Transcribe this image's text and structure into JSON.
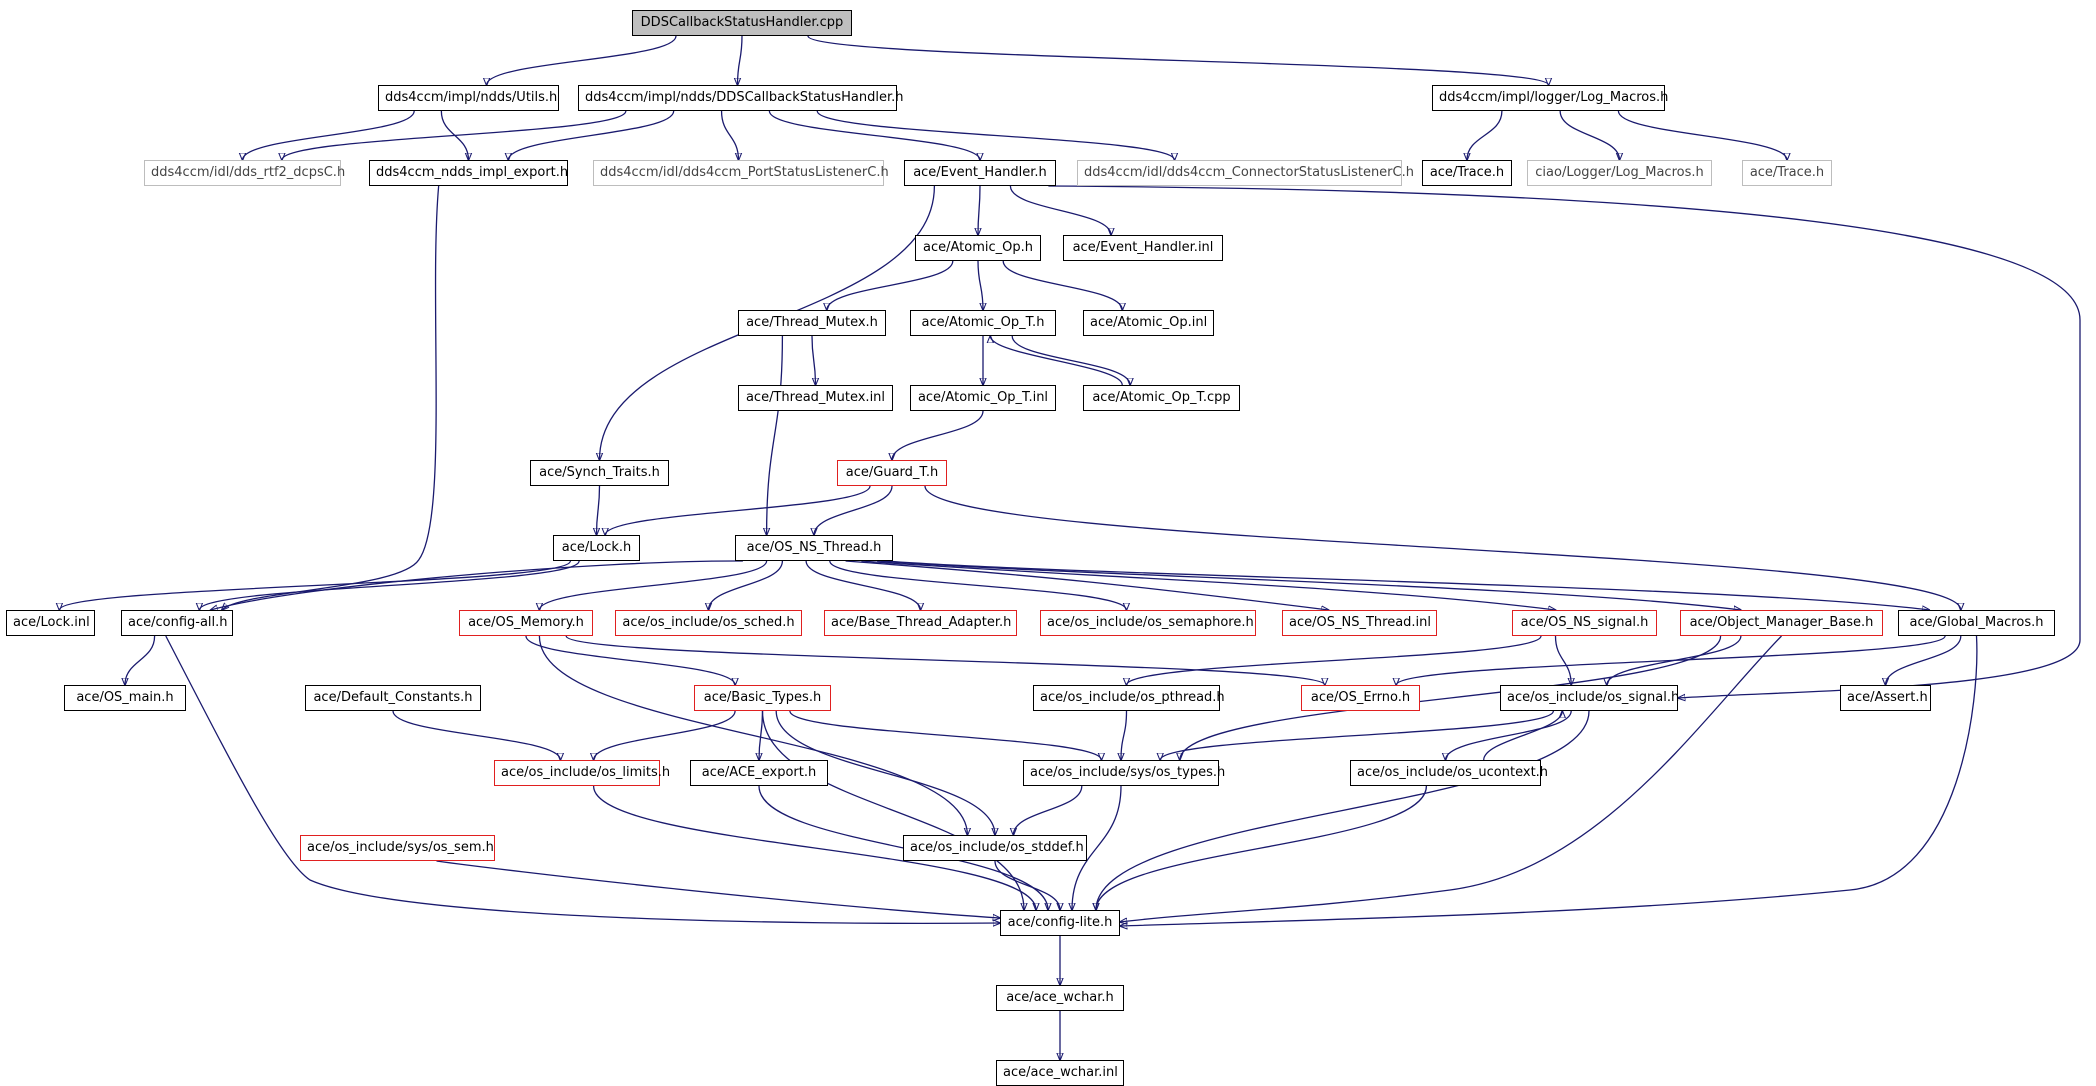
{
  "colors": {
    "edge": "#1a1a6e",
    "normal_border": "#000000",
    "missing_border": "#bdbdbd",
    "truncated_border": "#e02020",
    "root_fill": "#bfbfbf"
  },
  "nodes": {
    "root": "DDSCallbackStatusHandler.cpp",
    "utils": "dds4ccm/impl/ndds/Utils.h",
    "dcsh": "dds4ccm/impl/ndds/DDSCallbackStatusHandler.h",
    "logm": "dds4ccm/impl/logger/Log_Macros.h",
    "rtf2": "dds4ccm/idl/dds_rtf2_dcpsC.h",
    "nddsexp": "dds4ccm_ndds_impl_export.h",
    "portsl": "dds4ccm/idl/dds4ccm_PortStatusListenerC.h",
    "evh": "ace/Event_Handler.h",
    "connsl": "dds4ccm/idl/dds4ccm_ConnectorStatusListenerC.h",
    "trace1": "ace/Trace.h",
    "ciaolog": "ciao/Logger/Log_Macros.h",
    "trace2": "ace/Trace.h",
    "atom": "ace/Atomic_Op.h",
    "evhinl": "ace/Event_Handler.inl",
    "thrmtx": "ace/Thread_Mutex.h",
    "atomt": "ace/Atomic_Op_T.h",
    "atominl": "ace/Atomic_Op.inl",
    "thrmtxinl": "ace/Thread_Mutex.inl",
    "atomtinl": "ace/Atomic_Op_T.inl",
    "atomtcpp": "ace/Atomic_Op_T.cpp",
    "synch": "ace/Synch_Traits.h",
    "guard": "ace/Guard_T.h",
    "lock": "ace/Lock.h",
    "osns": "ace/OS_NS_Thread.h",
    "lockinl": "ace/Lock.inl",
    "cfgall": "ace/config-all.h",
    "osmem": "ace/OS_Memory.h",
    "sched": "ace/os_include/os_sched.h",
    "bta": "ace/Base_Thread_Adapter.h",
    "sem": "ace/os_include/os_semaphore.h",
    "osnsinl": "ace/OS_NS_Thread.inl",
    "sig": "ace/OS_NS_signal.h",
    "omb": "ace/Object_Manager_Base.h",
    "glob": "ace/Global_Macros.h",
    "osmain": "ace/OS_main.h",
    "defc": "ace/Default_Constants.h",
    "btypes": "ace/Basic_Types.h",
    "pthr": "ace/os_include/os_pthread.h",
    "errno": "ace/OS_Errno.h",
    "ossig": "ace/os_include/os_signal.h",
    "assert": "ace/Assert.h",
    "limits": "ace/os_include/os_limits.h",
    "aceexp": "ace/ACE_export.h",
    "systypes": "ace/os_include/sys/os_types.h",
    "ucontext": "ace/os_include/os_ucontext.h",
    "syssem": "ace/os_include/sys/os_sem.h",
    "stddef": "ace/os_include/os_stddef.h",
    "cfglite": "ace/config-lite.h",
    "wchar": "ace/ace_wchar.h",
    "wcharinl": "ace/ace_wchar.inl"
  }
}
